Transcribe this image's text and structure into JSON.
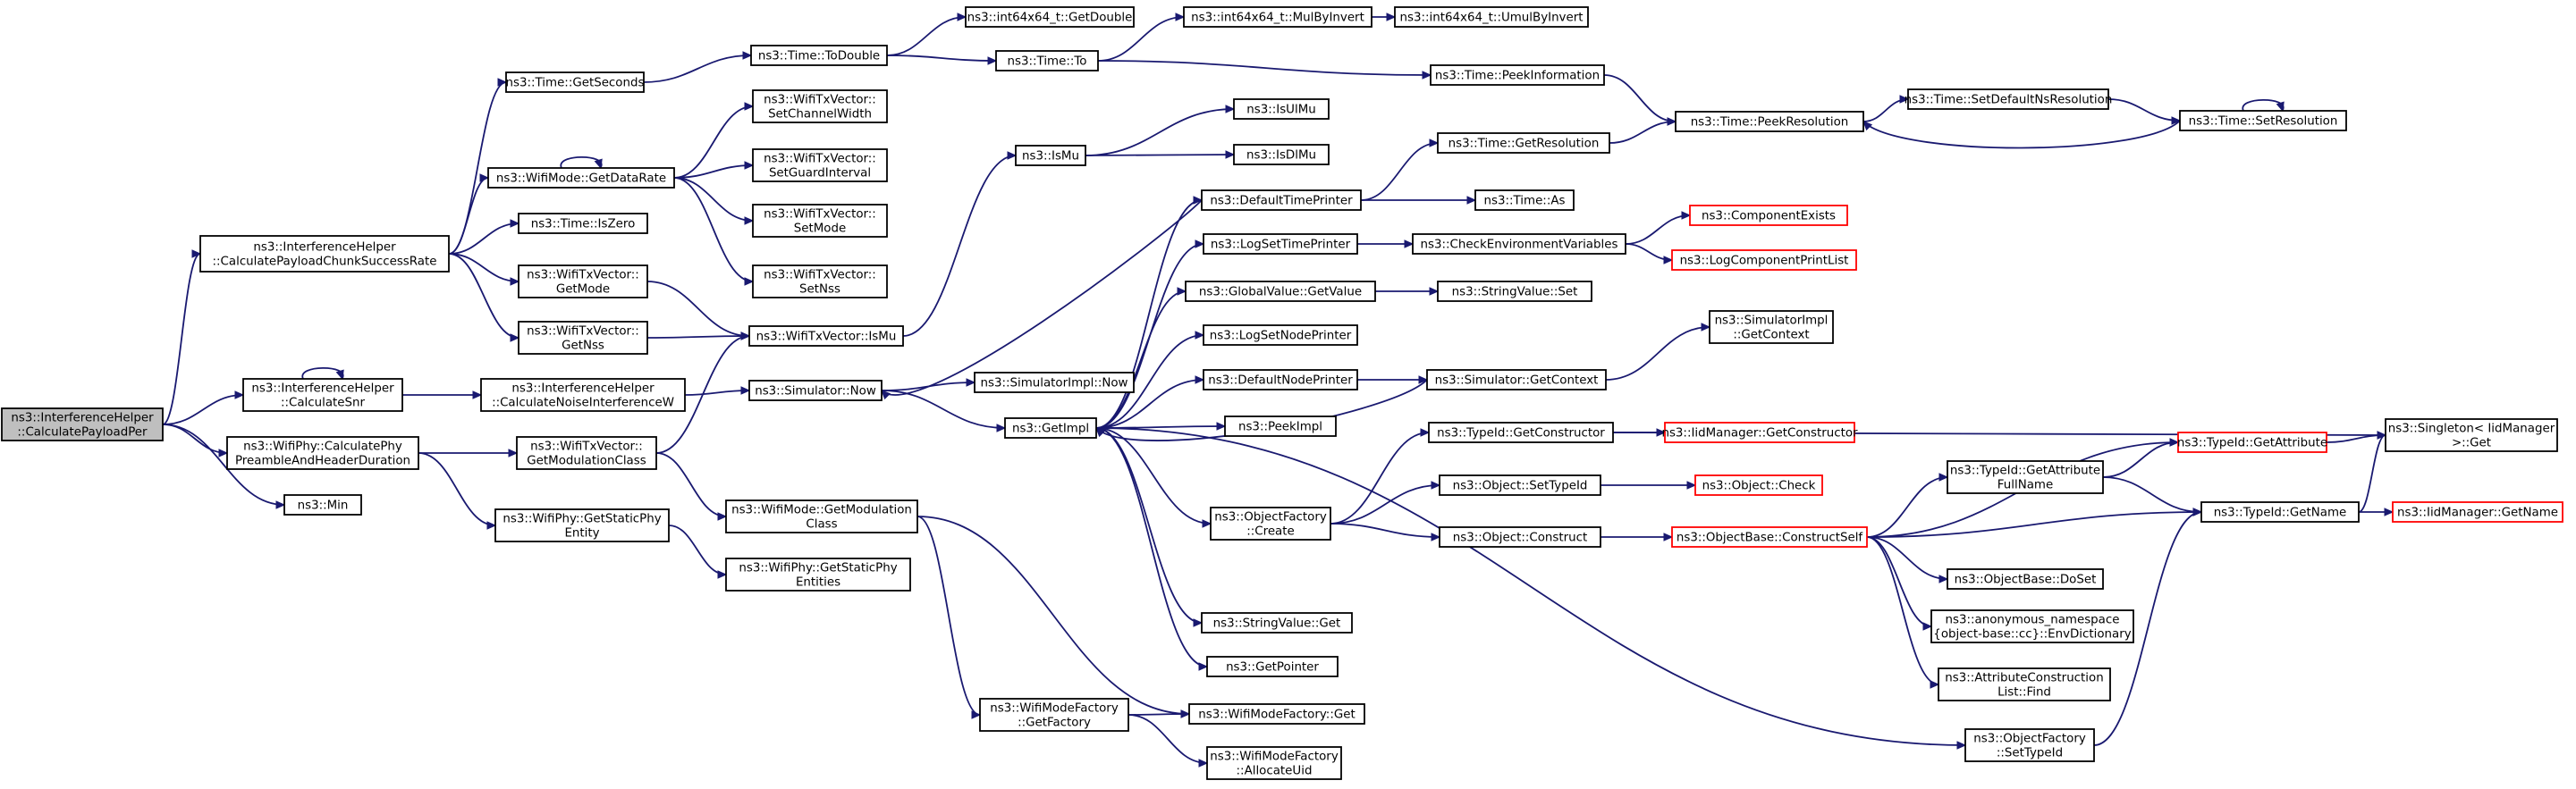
{
  "colors": {
    "edge": "#191970",
    "node_border": "#000000",
    "node_fill": "#ffffff",
    "root_fill": "#bfbfbf",
    "truncated_border": "#ff0000"
  },
  "graph": {
    "nodes": [
      {
        "id": "root",
        "lines": [
          "ns3::InterferenceHelper",
          "::CalculatePayloadPer"
        ],
        "root": true
      },
      {
        "id": "chunk",
        "lines": [
          "ns3::InterferenceHelper",
          "::CalculatePayloadChunkSuccessRate"
        ]
      },
      {
        "id": "snr",
        "lines": [
          "ns3::InterferenceHelper",
          "::CalculateSnr"
        ]
      },
      {
        "id": "calcphy",
        "lines": [
          "ns3::WifiPhy::CalculatePhy",
          "PreambleAndHeaderDuration"
        ]
      },
      {
        "id": "min",
        "lines": [
          "ns3::Min"
        ]
      },
      {
        "id": "getseconds",
        "lines": [
          "ns3::Time::GetSeconds"
        ]
      },
      {
        "id": "getdatarate",
        "lines": [
          "ns3::WifiMode::GetDataRate"
        ]
      },
      {
        "id": "iszero",
        "lines": [
          "ns3::Time::IsZero"
        ]
      },
      {
        "id": "txv_getmode",
        "lines": [
          "ns3::WifiTxVector::",
          "GetMode"
        ]
      },
      {
        "id": "txv_getnss",
        "lines": [
          "ns3::WifiTxVector::",
          "GetNss"
        ]
      },
      {
        "id": "noise",
        "lines": [
          "ns3::InterferenceHelper",
          "::CalculateNoiseInterferenceW"
        ]
      },
      {
        "id": "txv_getmodclass",
        "lines": [
          "ns3::WifiTxVector::",
          "GetModulationClass"
        ]
      },
      {
        "id": "getstaticphy",
        "lines": [
          "ns3::WifiPhy::GetStaticPhy",
          "Entity"
        ]
      },
      {
        "id": "todouble",
        "lines": [
          "ns3::Time::ToDouble"
        ]
      },
      {
        "id": "setchw",
        "lines": [
          "ns3::WifiTxVector::",
          "SetChannelWidth"
        ]
      },
      {
        "id": "setgi",
        "lines": [
          "ns3::WifiTxVector::",
          "SetGuardInterval"
        ]
      },
      {
        "id": "setmode",
        "lines": [
          "ns3::WifiTxVector::",
          "SetMode"
        ]
      },
      {
        "id": "setnss",
        "lines": [
          "ns3::WifiTxVector::",
          "SetNss"
        ]
      },
      {
        "id": "txv_ismu",
        "lines": [
          "ns3::WifiTxVector::IsMu"
        ]
      },
      {
        "id": "simnow",
        "lines": [
          "ns3::Simulator::Now"
        ]
      },
      {
        "id": "mode_getmodclass",
        "lines": [
          "ns3::WifiMode::GetModulation",
          "Class"
        ]
      },
      {
        "id": "getstaticphyentities",
        "lines": [
          "ns3::WifiPhy::GetStaticPhy",
          "Entities"
        ]
      },
      {
        "id": "getdouble",
        "lines": [
          "ns3::int64x64_t::GetDouble"
        ]
      },
      {
        "id": "timeto",
        "lines": [
          "ns3::Time::To"
        ]
      },
      {
        "id": "ismu",
        "lines": [
          "ns3::IsMu"
        ]
      },
      {
        "id": "simimplnow",
        "lines": [
          "ns3::SimulatorImpl::Now"
        ]
      },
      {
        "id": "getimpl",
        "lines": [
          "ns3::GetImpl"
        ]
      },
      {
        "id": "factory_getfactory",
        "lines": [
          "ns3::WifiModeFactory",
          "::GetFactory"
        ]
      },
      {
        "id": "mulbyinvert",
        "lines": [
          "ns3::int64x64_t::MulByInvert"
        ]
      },
      {
        "id": "umulbyinvert",
        "lines": [
          "ns3::int64x64_t::UmulByInvert"
        ]
      },
      {
        "id": "isulmu",
        "lines": [
          "ns3::IsUlMu"
        ]
      },
      {
        "id": "isdlmu",
        "lines": [
          "ns3::IsDlMu"
        ]
      },
      {
        "id": "peekinfo",
        "lines": [
          "ns3::Time::PeekInformation"
        ]
      },
      {
        "id": "gettimeres",
        "lines": [
          "ns3::Time::GetResolution"
        ]
      },
      {
        "id": "deftimeprinter",
        "lines": [
          "ns3::DefaultTimePrinter"
        ]
      },
      {
        "id": "timeas",
        "lines": [
          "ns3::Time::As"
        ]
      },
      {
        "id": "logsettimeprinter",
        "lines": [
          "ns3::LogSetTimePrinter"
        ]
      },
      {
        "id": "checkenv",
        "lines": [
          "ns3::CheckEnvironmentVariables"
        ]
      },
      {
        "id": "compexists",
        "lines": [
          "ns3::ComponentExists"
        ],
        "truncated": true
      },
      {
        "id": "logcompprint",
        "lines": [
          "ns3::LogComponentPrintList"
        ],
        "truncated": true
      },
      {
        "id": "globalvalue",
        "lines": [
          "ns3::GlobalValue::GetValue"
        ]
      },
      {
        "id": "strvalset",
        "lines": [
          "ns3::StringValue::Set"
        ]
      },
      {
        "id": "logsetnodeprinter",
        "lines": [
          "ns3::LogSetNodePrinter"
        ]
      },
      {
        "id": "defnodeprinter",
        "lines": [
          "ns3::DefaultNodePrinter"
        ]
      },
      {
        "id": "simgetcontext",
        "lines": [
          "ns3::Simulator::GetContext"
        ]
      },
      {
        "id": "simimplgetcontext",
        "lines": [
          "ns3::SimulatorImpl",
          "::GetContext"
        ]
      },
      {
        "id": "peekimpl",
        "lines": [
          "ns3::PeekImpl"
        ]
      },
      {
        "id": "typeid_getctor",
        "lines": [
          "ns3::TypeId::GetConstructor"
        ]
      },
      {
        "id": "iidmgr_getctor",
        "lines": [
          "ns3::IidManager::GetConstructor"
        ],
        "truncated": true
      },
      {
        "id": "singleton",
        "lines": [
          "ns3::Singleton< IidManager",
          " >::Get"
        ]
      },
      {
        "id": "obj_settypeid",
        "lines": [
          "ns3::Object::SetTypeId"
        ]
      },
      {
        "id": "obj_check",
        "lines": [
          "ns3::Object::Check"
        ],
        "truncated": true
      },
      {
        "id": "objfactory_create",
        "lines": [
          "ns3::ObjectFactory",
          "::Create"
        ]
      },
      {
        "id": "obj_construct",
        "lines": [
          "ns3::Object::Construct"
        ]
      },
      {
        "id": "constructself",
        "lines": [
          "ns3::ObjectBase::ConstructSelf"
        ],
        "truncated": true
      },
      {
        "id": "getattrfull",
        "lines": [
          "ns3::TypeId::GetAttribute",
          "FullName"
        ]
      },
      {
        "id": "getattr",
        "lines": [
          "ns3::TypeId::GetAttribute"
        ],
        "truncated": true
      },
      {
        "id": "typeid_getname",
        "lines": [
          "ns3::TypeId::GetName"
        ]
      },
      {
        "id": "iidmgr_getname",
        "lines": [
          "ns3::IidManager::GetName"
        ],
        "truncated": true
      },
      {
        "id": "doset",
        "lines": [
          "ns3::ObjectBase::DoSet"
        ]
      },
      {
        "id": "envdict",
        "lines": [
          "ns3::anonymous_namespace",
          "{object-base::cc}::EnvDictionary"
        ]
      },
      {
        "id": "attrfind",
        "lines": [
          "ns3::AttributeConstruction",
          "List::Find"
        ]
      },
      {
        "id": "objfactory_settypeid",
        "lines": [
          "ns3::ObjectFactory",
          "::SetTypeId"
        ]
      },
      {
        "id": "strvalget",
        "lines": [
          "ns3::StringValue::Get"
        ]
      },
      {
        "id": "getpointer",
        "lines": [
          "ns3::GetPointer"
        ]
      },
      {
        "id": "factory_get",
        "lines": [
          "ns3::WifiModeFactory::Get"
        ]
      },
      {
        "id": "allocateuid",
        "lines": [
          "ns3::WifiModeFactory",
          "::AllocateUid"
        ]
      },
      {
        "id": "peekres",
        "lines": [
          "ns3::Time::PeekResolution"
        ]
      },
      {
        "id": "setdefres",
        "lines": [
          "ns3::Time::SetDefaultNsResolution"
        ]
      },
      {
        "id": "setres",
        "lines": [
          "ns3::Time::SetResolution"
        ]
      }
    ]
  }
}
